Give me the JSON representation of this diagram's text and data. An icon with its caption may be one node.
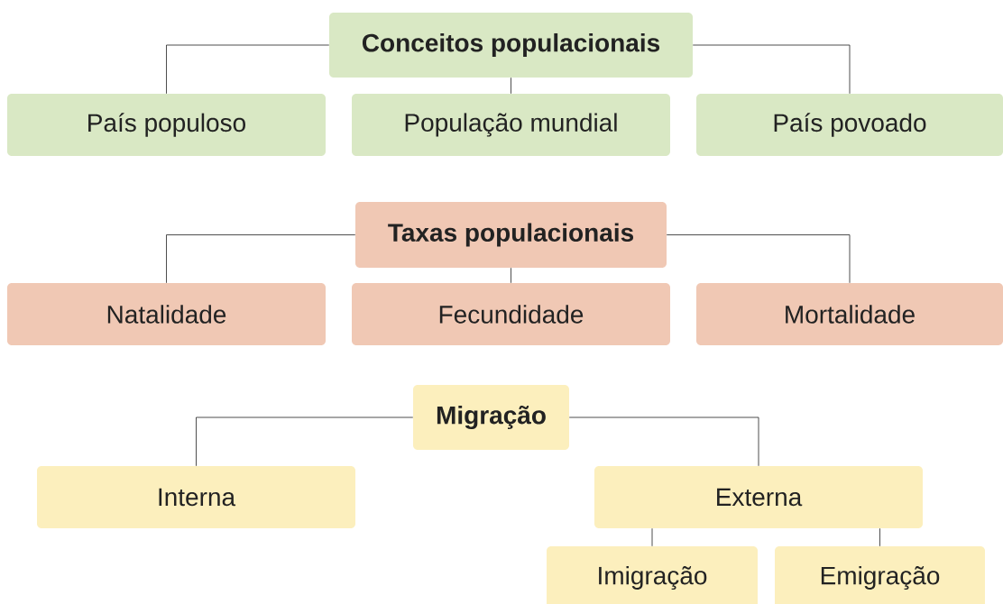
{
  "diagram": {
    "nodes": [
      {
        "text": [
          "Conceitos populacionais"
        ]
      },
      {
        "text": [
          "País populoso"
        ]
      },
      {
        "text": [
          "População mundial"
        ]
      },
      {
        "text": [
          "País povoado"
        ]
      },
      {
        "text": [
          "Taxas populacionais"
        ]
      },
      {
        "text": [
          "Natalidade"
        ]
      },
      {
        "text": [
          "Fecundidade"
        ]
      },
      {
        "text": [
          "Mortalidade"
        ]
      },
      {
        "text": [
          "Migração"
        ]
      },
      {
        "text": [
          "Interna"
        ]
      },
      {
        "text": [
          "Externa"
        ]
      },
      {
        "text": [
          "Imigração"
        ]
      },
      {
        "text": [
          "Emigração"
        ]
      }
    ],
    "edges": [
      {
        "from": 0,
        "to": 1,
        "arrow": "none"
      },
      {
        "from": 0,
        "to": 2,
        "arrow": "none"
      },
      {
        "from": 0,
        "to": 3,
        "arrow": "none"
      },
      {
        "from": 4,
        "to": 5,
        "arrow": "none"
      },
      {
        "from": 4,
        "to": 6,
        "arrow": "none"
      },
      {
        "from": 4,
        "to": 7,
        "arrow": "none"
      },
      {
        "from": 8,
        "to": 9,
        "arrow": "none"
      },
      {
        "from": 8,
        "to": 10,
        "arrow": "none"
      },
      {
        "from": 10,
        "to": 11,
        "arrow": "none"
      },
      {
        "from": 10,
        "to": 12,
        "arrow": "none"
      }
    ]
  }
}
